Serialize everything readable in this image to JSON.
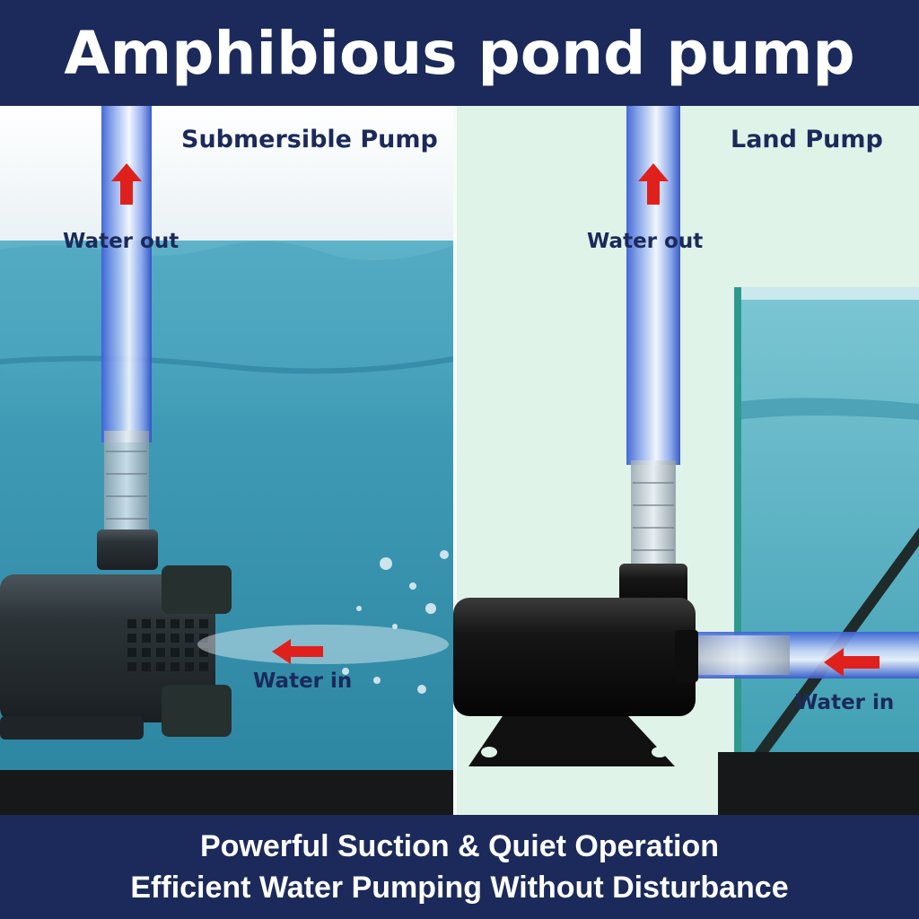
{
  "header": {
    "title": "Amphibious pond pump"
  },
  "panels": {
    "left": {
      "title": "Submersible Pump",
      "water_out_label": "Water out",
      "water_in_label": "Water in"
    },
    "right": {
      "title": "Land Pump",
      "water_out_label": "Water out",
      "water_in_label": "Water in"
    }
  },
  "footer": {
    "line1": "Powerful Suction & Quiet Operation",
    "line2": "Efficient Water Pumping Without Disturbance"
  },
  "colors": {
    "navy": "#1b2a5a",
    "water": "#3a9ab4",
    "mint": "#dff3e8",
    "arrow": "#e0201c",
    "pump": "#2a3236"
  },
  "icons": [
    "up-arrow-icon",
    "left-arrow-icon"
  ]
}
